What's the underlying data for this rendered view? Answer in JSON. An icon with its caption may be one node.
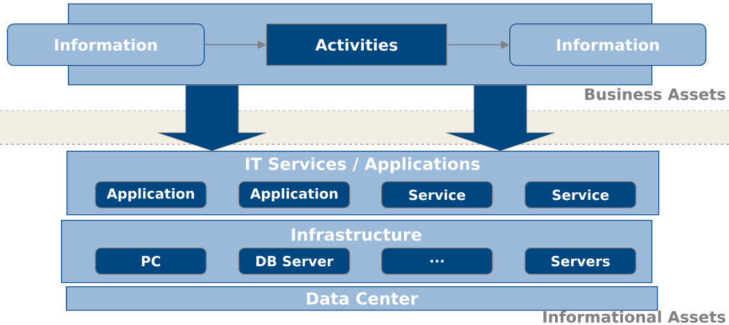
{
  "diagram": {
    "nodes": [
      {
        "text": [],
        "shape": "box"
      },
      {
        "text": [
          "Information"
        ]
      },
      {
        "text": [
          "Activities"
        ],
        "in": 0
      },
      {
        "text": [
          "Information"
        ]
      },
      {
        "text": [],
        "shape": "bar"
      },
      {
        "text": [
          "IT Services / Applications"
        ]
      },
      {
        "text": [
          "Application"
        ],
        "in": 5
      },
      {
        "text": [
          "Application"
        ],
        "in": 5
      },
      {
        "text": [
          "Service"
        ],
        "in": 5
      },
      {
        "text": [
          "Service"
        ],
        "in": 5
      },
      {
        "text": [
          "Infrastructure"
        ]
      },
      {
        "text": [
          "PC"
        ],
        "in": 10
      },
      {
        "text": [
          "DB Server"
        ],
        "in": 10
      },
      {
        "text": [
          "..."
        ],
        "in": 10
      },
      {
        "text": [
          "Servers"
        ],
        "in": 10
      },
      {
        "text": [
          "Data Center"
        ]
      }
    ],
    "edges": [
      {
        "from": 1,
        "to": 2,
        "arrow": "to"
      },
      {
        "from": 2,
        "to": 3,
        "arrow": "to"
      },
      {
        "from": 0,
        "to": 5,
        "arrow": "to",
        "style": "thick",
        "color": "#004680"
      },
      {
        "from": 0,
        "to": 5,
        "arrow": "to",
        "style": "thick",
        "color": "#004680"
      }
    ],
    "labels": [
      "Business Assets",
      "Informational Assets"
    ]
  }
}
